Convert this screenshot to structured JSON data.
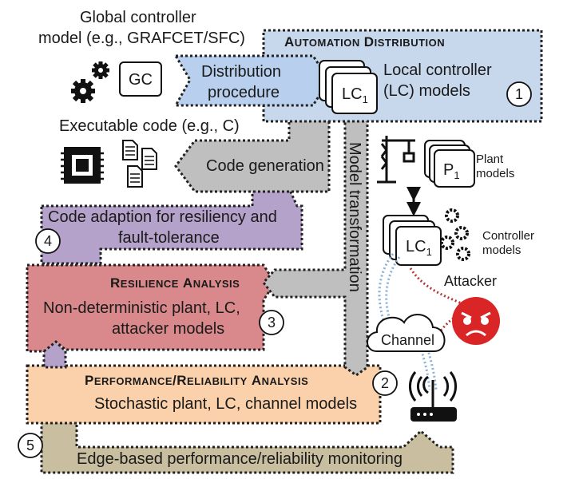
{
  "global_model": {
    "line1": "Global controller",
    "line2": "model (e.g., GRAFCET/SFC)",
    "gc_label": "GC"
  },
  "automation": {
    "title_big1": "A",
    "title_small1": "UTOMATION",
    "title_big2": "D",
    "title_small2": "ISTRIBUTION",
    "number": "1",
    "procedure_line1": "Distribution",
    "procedure_line2": "procedure",
    "local_line1": "Local controller",
    "local_line2": "(LC) models",
    "lc_label": "LC",
    "lc_sub": "1"
  },
  "executable": {
    "label": "Executable code (e.g., C)"
  },
  "code_generation": {
    "label": "Code generation"
  },
  "model_transformation": {
    "label": "Model transformation"
  },
  "plant": {
    "label_line1": "Plant",
    "label_line2": "models",
    "p_label": "P",
    "p_sub": "1"
  },
  "controller": {
    "label_line1": "Controller",
    "label_line2": "models",
    "lc_label": "LC",
    "lc_sub": "1"
  },
  "adaption": {
    "line1": "Code adaption for resiliency and",
    "line2": "fault-tolerance",
    "number": "4"
  },
  "resilience": {
    "title_big1": "R",
    "title_small1": "ESILIENCE",
    "title_big2": "A",
    "title_small2": "NALYSIS",
    "line1": "Non-deterministic plant, LC,",
    "line2": "attacker models",
    "number": "3"
  },
  "attacker": {
    "label": "Attacker"
  },
  "channel": {
    "label": "Channel"
  },
  "performance": {
    "title_big1": "P",
    "title_small1": "ERFORMANCE",
    "title_sep": "/",
    "title_big2": "R",
    "title_small2": "ELIABILITY",
    "title_big3": "A",
    "title_small3": "NALYSIS",
    "line1": "Stochastic plant, LC, channel models",
    "number": "2"
  },
  "edge": {
    "label": "Edge-based performance/reliability monitoring",
    "number": "5"
  },
  "colors": {
    "automation_fill": "#c7d7ec",
    "procedure_fill": "#b8cfee",
    "gray_fill": "#bfbfbf",
    "purple_fill": "#b5a2ca",
    "resilience_fill": "#d9898b",
    "performance_fill": "#fad1ab",
    "edge_fill": "#c9bfa0",
    "attacker_red": "#d92525",
    "link_blue": "#8ab0d6",
    "link_red": "#b03a3a"
  }
}
